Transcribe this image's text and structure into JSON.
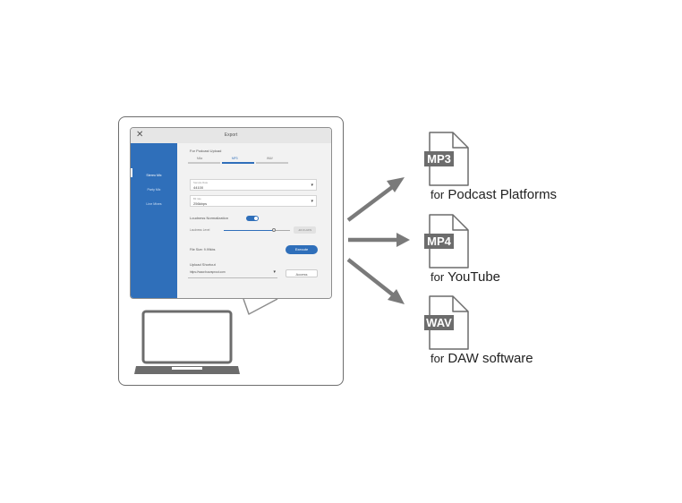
{
  "dialog": {
    "title": "Export",
    "close_glyph": "✕",
    "sidebar": [
      "Stereo Mix",
      "Party Mix",
      "Line Mixes"
    ],
    "preset_label": "For Podcast Upload",
    "tabs": [
      "M4a",
      "MP3",
      "WAV"
    ],
    "active_tab_index": 1,
    "sample_rate": {
      "label": "Sample Rate",
      "value": "44100"
    },
    "bitrate": {
      "label": "Bit rate",
      "value": "256kbps"
    },
    "loudness_normalization": {
      "label": "Loudness Normalization",
      "enabled": true
    },
    "loudness_level": {
      "label": "Loudness Level",
      "value": "-16.0 LUFS",
      "position": 0.75
    },
    "file_size": "File Size: 9.99kbs",
    "execute_label": "Execute",
    "upload_shortcut_label": "Upload Shortcut",
    "upload_url": "https://www.buzzsprout.com",
    "access_label": "Access"
  },
  "outputs": [
    {
      "format": "MP3",
      "prefix": "for",
      "target": "Podcast Platforms"
    },
    {
      "format": "MP4",
      "prefix": "for",
      "target": "YouTube"
    },
    {
      "format": "WAV",
      "prefix": "for",
      "target": "DAW software"
    }
  ],
  "colors": {
    "accent": "#2f6fba",
    "icon_gray": "#6c6c6c",
    "arrow_gray": "#7a7a7a"
  },
  "icons": [
    "close-icon",
    "laptop-icon",
    "file-icon",
    "arrow-icon"
  ]
}
